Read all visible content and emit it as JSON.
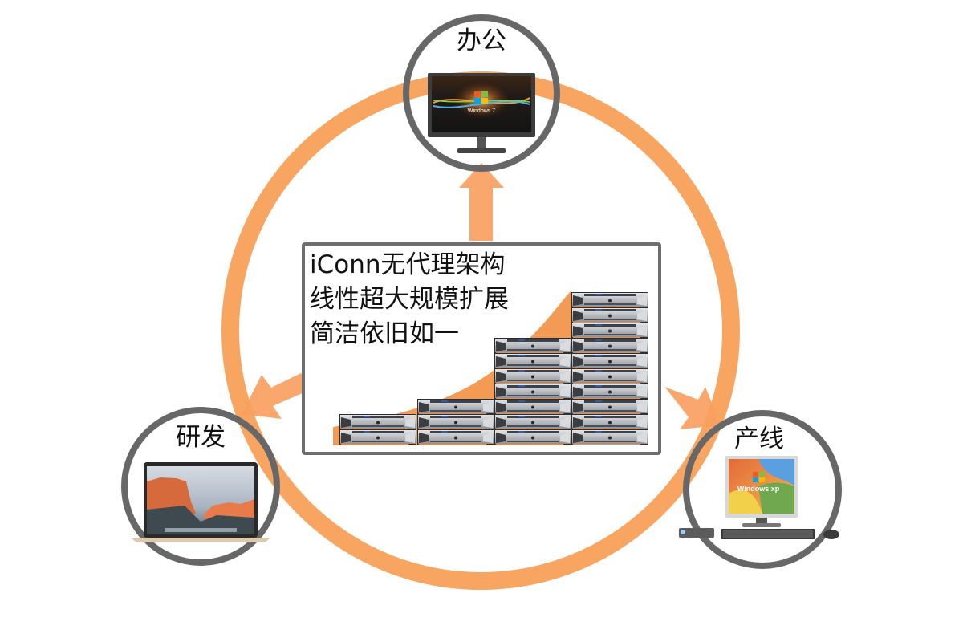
{
  "diagram": {
    "center_box": {
      "lines": [
        "iConn无代理架构",
        "线性超大规模扩展",
        "简洁依旧如一"
      ],
      "server_stack_counts": [
        2,
        3,
        7,
        10
      ]
    },
    "nodes": [
      {
        "id": "office",
        "label": "办公",
        "device": "monitor-icon",
        "os_text": "Windows 7"
      },
      {
        "id": "rnd",
        "label": "研发",
        "device": "laptop-icon",
        "os_text": ""
      },
      {
        "id": "production",
        "label": "产线",
        "device": "desktop-pc-icon",
        "os_text": "Windows xp"
      }
    ],
    "colors": {
      "ring": "#f8a562",
      "arrow": "#f8a060",
      "node_border": "#676767",
      "box_border": "#6e6e6e"
    }
  }
}
